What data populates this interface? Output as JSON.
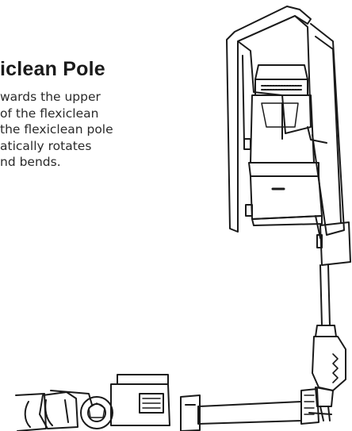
{
  "heading": "iclean Pole",
  "body_lines": [
    "wards the upper",
    "of the flexiclean",
    "the flexiclean pole",
    "atically rotates",
    "nd bends."
  ]
}
